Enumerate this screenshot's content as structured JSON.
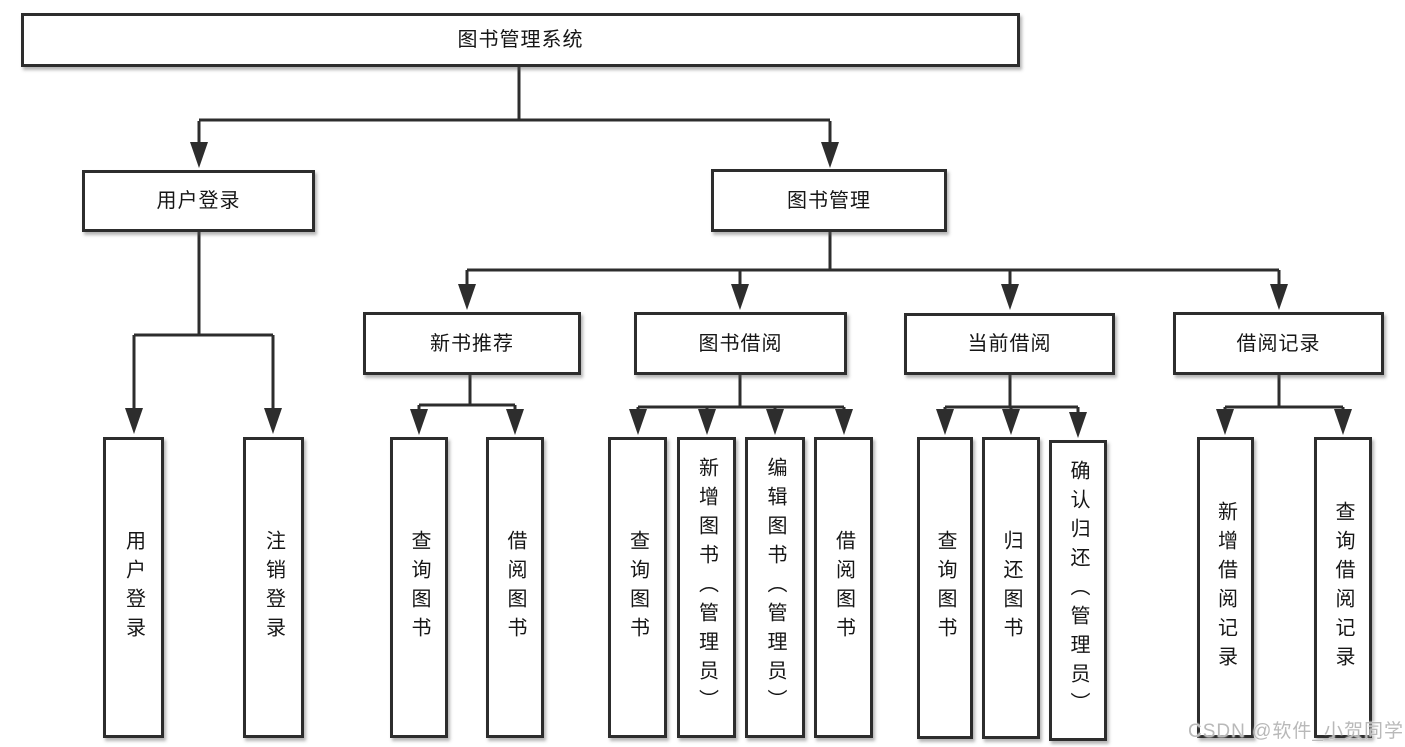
{
  "tree": {
    "label": "图书管理系统",
    "children": [
      {
        "label": "用户登录",
        "children": [
          {
            "label": "用户登录"
          },
          {
            "label": "注销登录"
          }
        ]
      },
      {
        "label": "图书管理",
        "children": [
          {
            "label": "新书推荐",
            "children": [
              {
                "label": "查询图书"
              },
              {
                "label": "借阅图书"
              }
            ]
          },
          {
            "label": "图书借阅",
            "children": [
              {
                "label": "查询图书"
              },
              {
                "label": "新增图书（管理员）"
              },
              {
                "label": "编辑图书（管理员）"
              },
              {
                "label": "借阅图书"
              }
            ]
          },
          {
            "label": "当前借阅",
            "children": [
              {
                "label": "查询图书"
              },
              {
                "label": "归还图书"
              },
              {
                "label": "确认归还（管理员）"
              }
            ]
          },
          {
            "label": "借阅记录",
            "children": [
              {
                "label": "新增借阅记录"
              },
              {
                "label": "查询借阅记录"
              }
            ]
          }
        ]
      }
    ]
  },
  "watermark": {
    "text": "CSDN @软件_小贺同学"
  },
  "colors": {
    "line": "#2d2d2d",
    "box_border": "#2d2d2d",
    "text": "#161616",
    "background": "#ffffff",
    "watermark": "#b9b9b9"
  }
}
